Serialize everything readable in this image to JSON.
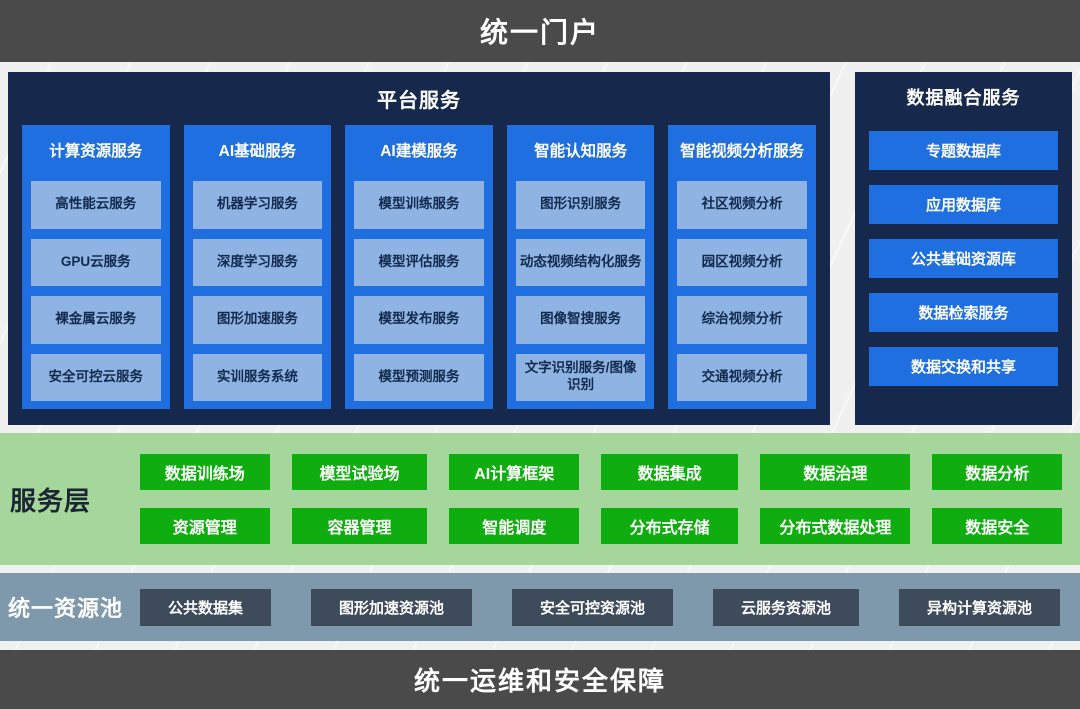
{
  "top_bar": {
    "title": "统一门户"
  },
  "platform": {
    "title": "平台服务",
    "columns": [
      {
        "header": "计算资源服务",
        "items": [
          "高性能云服务",
          "GPU云服务",
          "裸金属云服务",
          "安全可控云服务"
        ]
      },
      {
        "header": "AI基础服务",
        "items": [
          "机器学习服务",
          "深度学习服务",
          "图形加速服务",
          "实训服务系统"
        ]
      },
      {
        "header": "AI建模服务",
        "items": [
          "模型训练服务",
          "模型评估服务",
          "模型发布服务",
          "模型预测服务"
        ]
      },
      {
        "header": "智能认知服务",
        "items": [
          "图形识别服务",
          "动态视频结构化服务",
          "图像智搜服务",
          "文字识别服务/图像识别"
        ]
      },
      {
        "header": "智能视频分析服务",
        "items": [
          "社区视频分析",
          "园区视频分析",
          "综治视频分析",
          "交通视频分析"
        ]
      }
    ]
  },
  "data_fusion": {
    "title": "数据融合服务",
    "items": [
      "专题数据库",
      "应用数据库",
      "公共基础资源库",
      "数据检索服务",
      "数据交换和共享"
    ]
  },
  "service_layer": {
    "label": "服务层",
    "row1": [
      "数据训练场",
      "模型试验场",
      "AI计算框架",
      "数据集成",
      "数据治理",
      "数据分析"
    ],
    "row2": [
      "资源管理",
      "容器管理",
      "智能调度",
      "分布式存储",
      "分布式数据处理",
      "数据安全"
    ]
  },
  "resource_pool": {
    "label": "统一资源池",
    "items": [
      "公共数据集",
      "图形加速资源池",
      "安全可控资源池",
      "云服务资源池",
      "异构计算资源池"
    ]
  },
  "bottom_bar": {
    "title": "统一运维和安全保障"
  },
  "colors": {
    "bar_dark": "#4a4a4a",
    "panel_navy": "#16294c",
    "accent_blue": "#1f6fe0",
    "cell_light_blue": "#8fb3e2",
    "cell_text_navy": "#122a4e",
    "band_green": "#a5d69b",
    "chip_green": "#10ad10",
    "band_slate": "#7f99ac",
    "pool_item_dark": "#3d4b5a",
    "page_bg": "#f0f0f0"
  }
}
